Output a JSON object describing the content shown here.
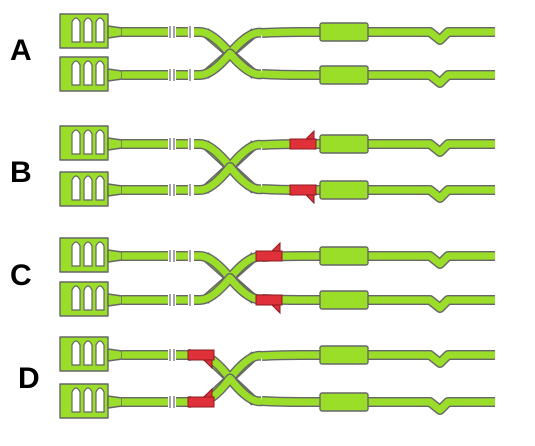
{
  "colors": {
    "channel_fill": "#9ADE2A",
    "channel_outline": "#666666",
    "marker_red": "#E0313A",
    "background": "#FFFFFF",
    "label_text": "#000000"
  },
  "panels": [
    {
      "label": "A",
      "markers": "none"
    },
    {
      "label": "B",
      "markers": "after-merge-at-chambers"
    },
    {
      "label": "C",
      "markers": "after-merge-mid"
    },
    {
      "label": "D",
      "markers": "before-merge-at-inlets"
    }
  ]
}
